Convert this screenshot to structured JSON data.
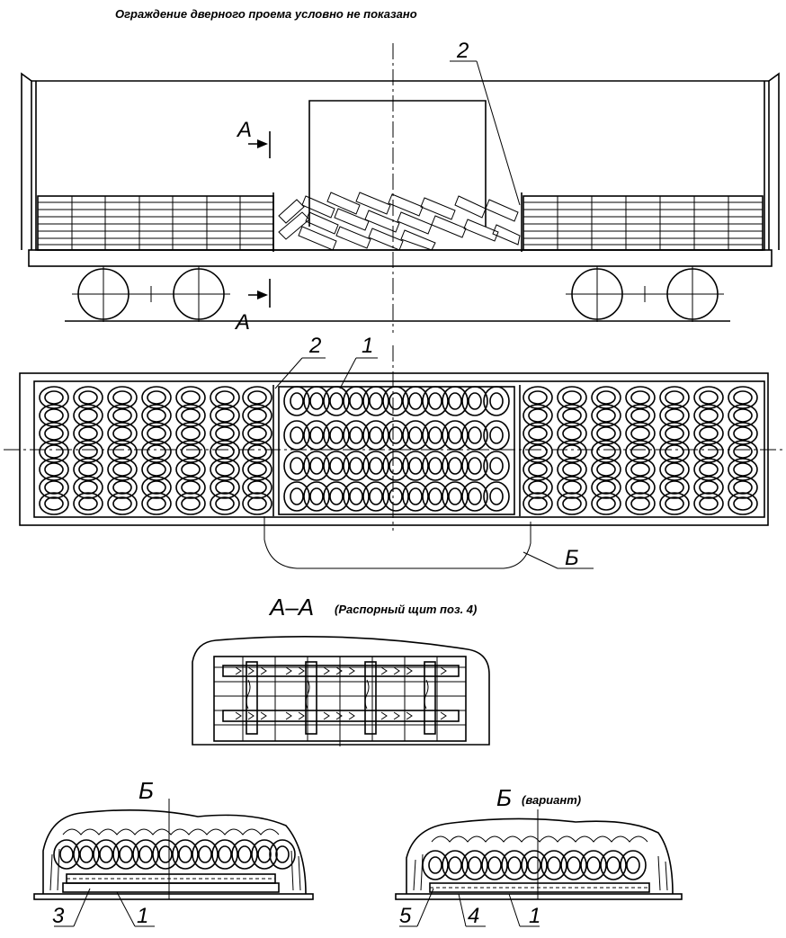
{
  "note": "Ограждение дверного проема условно не показано",
  "section_mark": "А",
  "section_title_main": "А–А",
  "section_title_sub": "(Распорный щит поз. 4)",
  "detail_mark": "Б",
  "detail_variant_title": "Б",
  "detail_variant_sub": "(вариант)",
  "callouts": {
    "side_2": "2",
    "plan_2": "2",
    "plan_1": "1",
    "plan_B": "Б",
    "detail_3": "3",
    "detail_1": "1",
    "variant_5": "5",
    "variant_4": "4",
    "variant_1": "1"
  }
}
